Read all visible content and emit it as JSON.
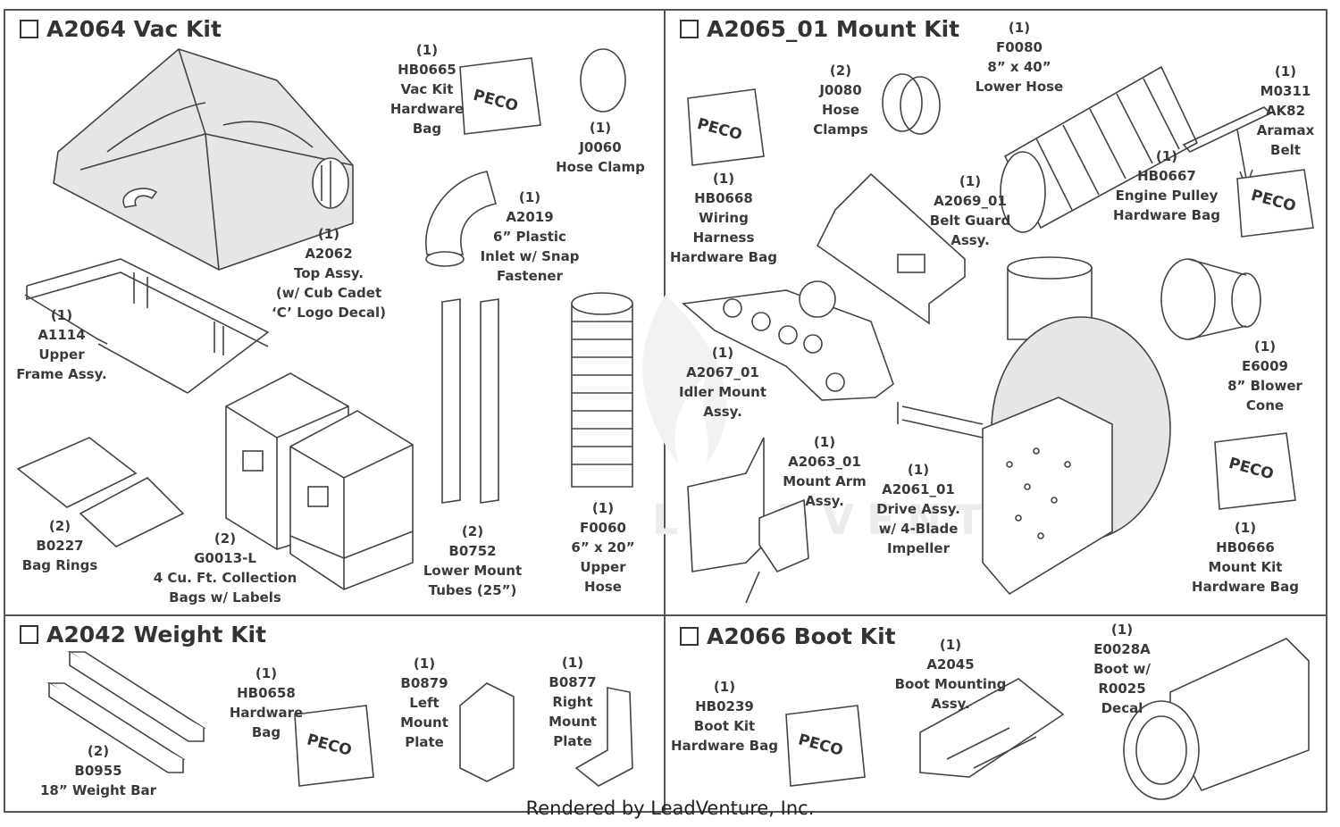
{
  "kits": {
    "vac": {
      "title": "A2064 Vac Kit"
    },
    "mount": {
      "title": "A2065_01 Mount Kit"
    },
    "weight": {
      "title": "A2042 Weight Kit"
    },
    "boot": {
      "title": "A2066 Boot Kit"
    }
  },
  "parts": {
    "hb0665": [
      "(1)",
      "HB0665",
      "Vac Kit",
      "Hardware",
      "Bag"
    ],
    "j0060": [
      "(1)",
      "J0060",
      "Hose Clamp"
    ],
    "a2019": [
      "(1)",
      "A2019",
      "6” Plastic",
      "Inlet w/ Snap",
      "Fastener"
    ],
    "a2062": [
      "(1)",
      "A2062",
      "Top Assy.",
      "(w/ Cub Cadet",
      "‘C’ Logo Decal)"
    ],
    "a1114": [
      "(1)",
      "A1114",
      "Upper",
      "Frame Assy."
    ],
    "b0227": [
      "(2)",
      "B0227",
      "Bag Rings"
    ],
    "g0013": [
      "(2)",
      "G0013-L",
      "4 Cu. Ft. Collection",
      "Bags w/ Labels"
    ],
    "b0752": [
      "(2)",
      "B0752",
      "Lower Mount",
      "Tubes (25”)"
    ],
    "f0060": [
      "(1)",
      "F0060",
      "6” x 20”",
      "Upper",
      "Hose"
    ],
    "j0080": [
      "(2)",
      "J0080",
      "Hose",
      "Clamps"
    ],
    "f0080": [
      "(1)",
      "F0080",
      "8” x 40”",
      "Lower Hose"
    ],
    "m0311": [
      "(1)",
      "M0311",
      "AK82",
      "Aramax",
      "Belt"
    ],
    "hb0668": [
      "(1)",
      "HB0668",
      "Wiring",
      "Harness",
      "Hardware Bag"
    ],
    "a2069": [
      "(1)",
      "A2069_01",
      "Belt Guard",
      "Assy."
    ],
    "hb0667": [
      "(1)",
      "HB0667",
      "Engine Pulley",
      "Hardware Bag"
    ],
    "a2067": [
      "(1)",
      "A2067_01",
      "Idler Mount",
      "Assy."
    ],
    "e6009": [
      "(1)",
      "E6009",
      "8” Blower",
      "Cone"
    ],
    "a2063": [
      "(1)",
      "A2063_01",
      "Mount Arm",
      "Assy."
    ],
    "a2061": [
      "(1)",
      "A2061_01",
      "Drive Assy.",
      "w/ 4-Blade",
      "Impeller"
    ],
    "hb0666": [
      "(1)",
      "HB0666",
      "Mount Kit",
      "Hardware Bag"
    ],
    "hb0658": [
      "(1)",
      "HB0658",
      "Hardware",
      "Bag"
    ],
    "b0879": [
      "(1)",
      "B0879",
      "Left",
      "Mount",
      "Plate"
    ],
    "b0877": [
      "(1)",
      "B0877",
      "Right",
      "Mount",
      "Plate"
    ],
    "b0955": [
      "(2)",
      "B0955",
      "18” Weight Bar"
    ],
    "hb0239": [
      "(1)",
      "HB0239",
      "Boot Kit",
      "Hardware Bag"
    ],
    "a2045": [
      "(1)",
      "A2045",
      "Boot Mounting",
      "Assy."
    ],
    "e0028a": [
      "(1)",
      "E0028A",
      "Boot w/",
      "R0025",
      "Decal"
    ]
  },
  "bag_brand": "PECO",
  "watermark": "LEADVENTURE",
  "footer": "Rendered by LeadVenture, Inc."
}
